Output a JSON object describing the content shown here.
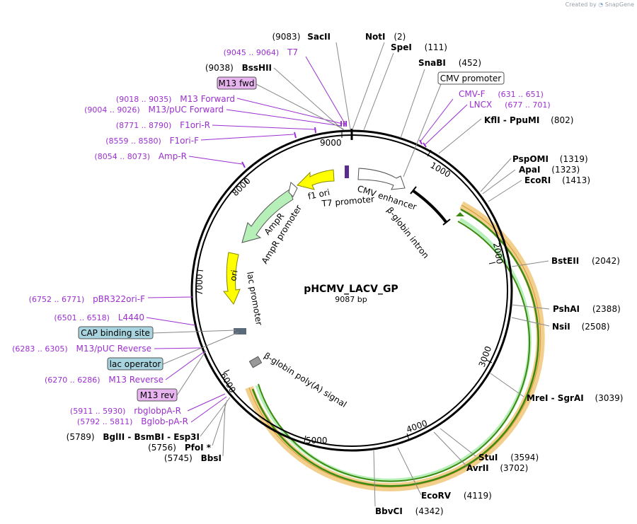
{
  "credit": {
    "text": "Created by",
    "brand": "SnapGene"
  },
  "plasmid": {
    "name": "pHCMV_LACV_GP",
    "length_label": "9087 bp"
  },
  "colors": {
    "backbone": "#000000",
    "primer": "#9b2fd0",
    "primer_box_fill": "#e8b4f0",
    "binding_site_fill": "#a8d4e0",
    "cds_fill": "#b6f0b8",
    "cds_stroke": "#3d7a1f",
    "ori_fill": "#ffff00",
    "insert_band": "#f3cf8e",
    "insert_arrow": "#3d8a12"
  },
  "ticks": [
    "1000",
    "2000",
    "3000",
    "4000",
    "5000",
    "6000",
    "7000",
    "8000",
    "9000"
  ],
  "sites": [
    {
      "pos": "(9083)",
      "name": "SacII",
      "side": "left"
    },
    {
      "pos": "(2)",
      "name": "NotI",
      "side": "right"
    },
    {
      "pos": "(111)",
      "name": "SpeI",
      "side": "right"
    },
    {
      "pos": "(452)",
      "name": "SnaBI",
      "side": "right"
    },
    {
      "pos": "(802)",
      "name": "KflI  -  PpuMI",
      "side": "right"
    },
    {
      "pos": "(1319)",
      "name": "PspOMI",
      "side": "right"
    },
    {
      "pos": "(1323)",
      "name": "ApaI",
      "side": "right"
    },
    {
      "pos": "(1413)",
      "name": "EcoRI",
      "side": "right"
    },
    {
      "pos": "(2042)",
      "name": "BstEII",
      "side": "right"
    },
    {
      "pos": "(2388)",
      "name": "PshAI",
      "side": "right"
    },
    {
      "pos": "(2508)",
      "name": "NsiI",
      "side": "right"
    },
    {
      "pos": "(3039)",
      "name": "MreI  -  SgrAI",
      "side": "right"
    },
    {
      "pos": "(3594)",
      "name": "StuI",
      "side": "right"
    },
    {
      "pos": "(3702)",
      "name": "AvrII",
      "side": "right"
    },
    {
      "pos": "(4119)",
      "name": "EcoRV",
      "side": "right"
    },
    {
      "pos": "(4342)",
      "name": "BbvCI",
      "side": "right"
    },
    {
      "pos": "(9038)",
      "name": "BssHII",
      "side": "left"
    },
    {
      "pos": "(5789)",
      "name": "BglII  -  BsmBI  -  Esp3I",
      "side": "left"
    },
    {
      "pos": "(5756)",
      "name": "PfoI *",
      "side": "left"
    },
    {
      "pos": "(5745)",
      "name": "BbsI",
      "side": "left"
    }
  ],
  "primers": [
    {
      "range": "(9045 .. 9064)",
      "name": "T7"
    },
    {
      "range": "(9018 .. 9035)",
      "name": "M13 Forward"
    },
    {
      "range": "(9004 .. 9026)",
      "name": "M13/pUC Forward"
    },
    {
      "range": "(8771 .. 8790)",
      "name": "F1ori-R"
    },
    {
      "range": "(8559 .. 8580)",
      "name": "F1ori-F"
    },
    {
      "range": "(8054 .. 8073)",
      "name": "Amp-R"
    },
    {
      "range": "(631 .. 651)",
      "name": "CMV-F"
    },
    {
      "range": "(677 .. 701)",
      "name": "LNCX"
    },
    {
      "range": "(6752 .. 6771)",
      "name": "pBR322ori-F"
    },
    {
      "range": "(6501 .. 6518)",
      "name": "L4440"
    },
    {
      "range": "(6283 .. 6305)",
      "name": "M13/pUC Reverse"
    },
    {
      "range": "(6270 .. 6286)",
      "name": "M13 Reverse"
    },
    {
      "range": "(5911 .. 5930)",
      "name": "rbglobpA-R"
    },
    {
      "range": "(5792 .. 5811)",
      "name": "Bglob-pA-R"
    }
  ],
  "boxed_labels": {
    "m13_fwd": "M13 fwd",
    "cmv_promoter": "CMV promoter",
    "cap_binding_site": "CAP binding site",
    "lac_operator": "lac operator",
    "m13_rev": "M13 rev"
  },
  "features": {
    "cmv_enhancer": "CMV enhancer",
    "beta_globin_intron": "β-globin intron",
    "f1_ori": "f1 ori",
    "t7_promoter": "T7 promoter",
    "ampr": "AmpR",
    "ampr_promoter": "AmpR promoter",
    "ori": "ori",
    "lac_promoter": "lac promoter",
    "polya": "β-globin poly(A) signal"
  }
}
